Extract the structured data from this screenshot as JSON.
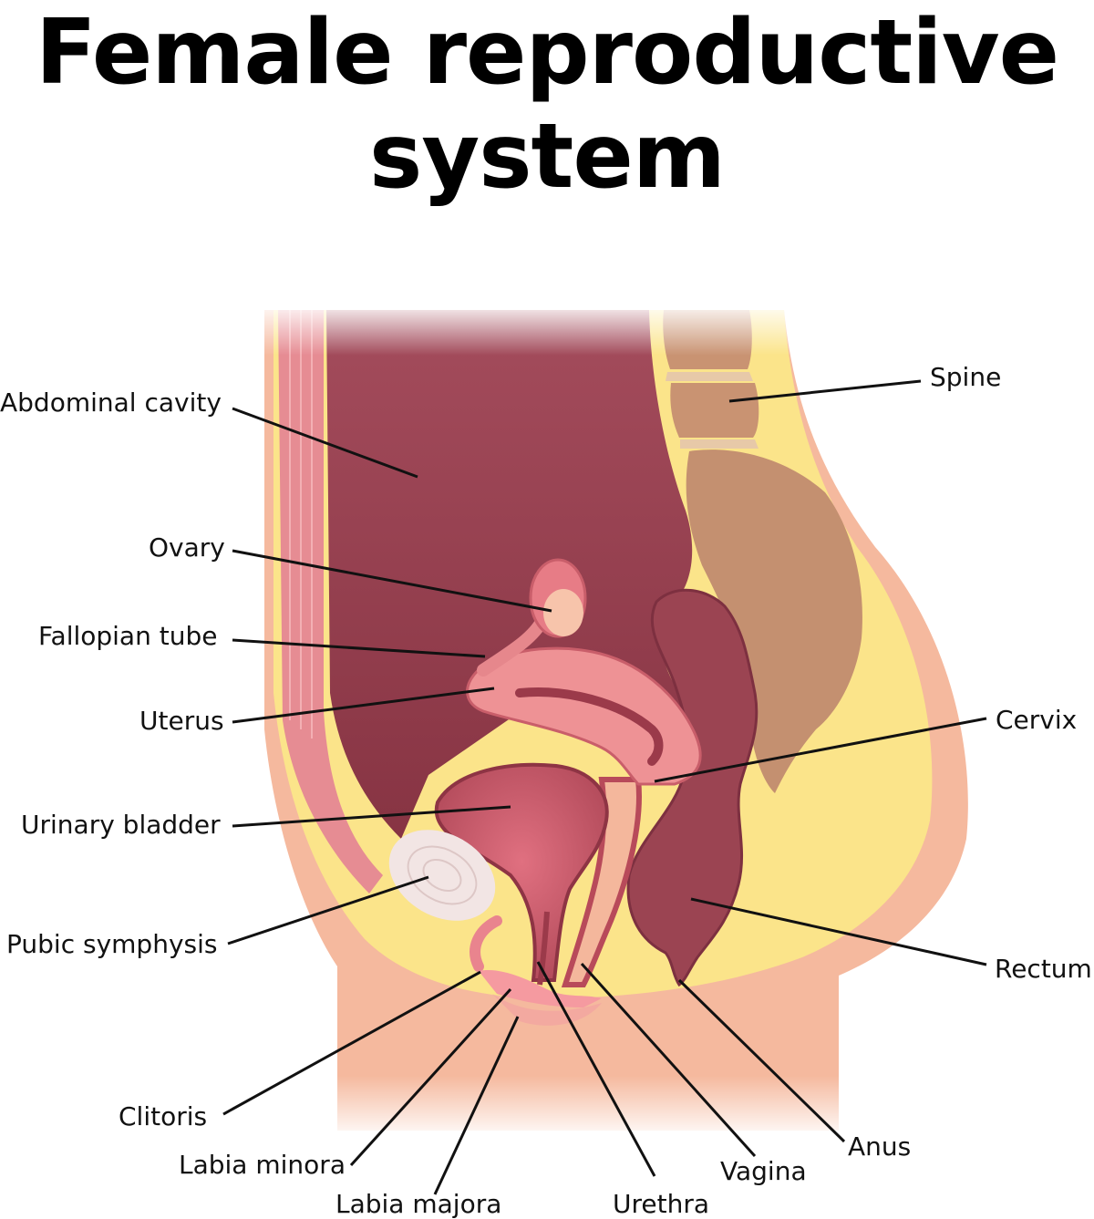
{
  "title": {
    "line1": "Female reproductive",
    "line2": "system"
  },
  "labels": {
    "abdominal_cavity": "Abdominal cavity",
    "ovary": "Ovary",
    "fallopian_tube": "Fallopian tube",
    "uterus": "Uterus",
    "urinary_bladder": "Urinary bladder",
    "pubic_symphysis": "Pubic symphysis",
    "clitoris": "Clitoris",
    "labia_minora": "Labia minora",
    "labia_majora": "Labia majora",
    "urethra": "Urethra",
    "vagina": "Vagina",
    "anus": "Anus",
    "rectum": "Rectum",
    "cervix": "Cervix",
    "spine": "Spine"
  },
  "colors": {
    "skin": "#f4b79c",
    "fat": "#fbe58c",
    "muscle": "#e98f95",
    "cavity": "#97414f",
    "uterus": "#ec8f90",
    "bladder": "#c95a6a",
    "rectum": "#9b4452",
    "spine": "#c99372",
    "bone": "#f1e4e2"
  }
}
